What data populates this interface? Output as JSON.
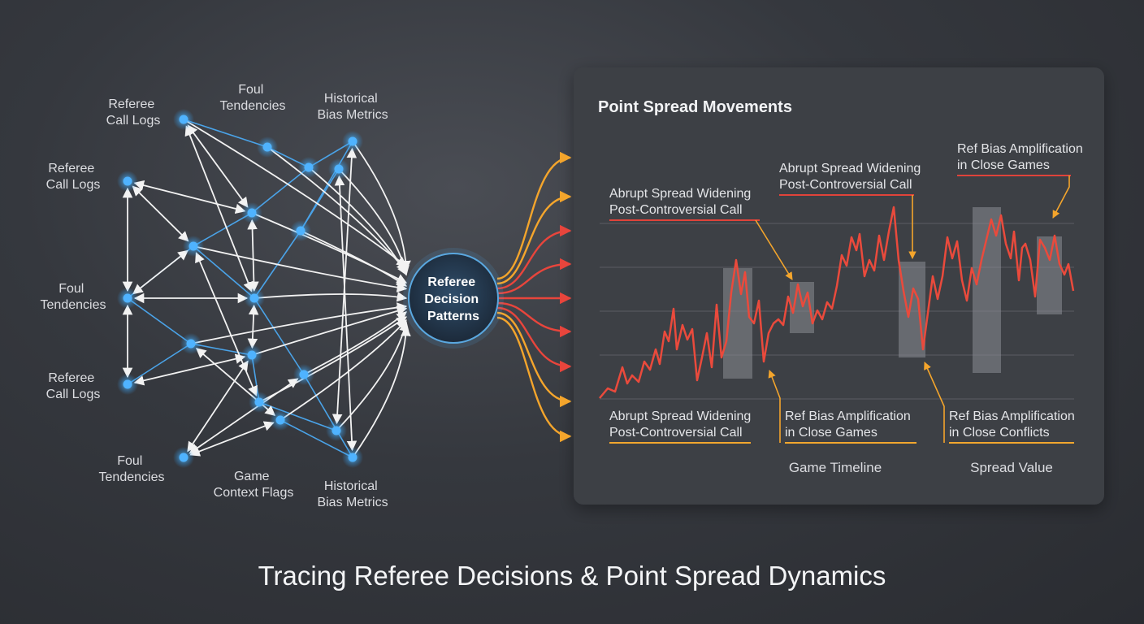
{
  "title": "Tracing Referee Decisions & Point Spread Dynamics",
  "network": {
    "labels": [
      {
        "id": "l1",
        "lines": [
          "Referee",
          "Call Logs"
        ]
      },
      {
        "id": "l2",
        "lines": [
          "Foul",
          "Tendencies"
        ]
      },
      {
        "id": "l3",
        "lines": [
          "Historical",
          "Bias Metrics"
        ]
      },
      {
        "id": "l4",
        "lines": [
          "Referee",
          "Call Logs"
        ]
      },
      {
        "id": "l5",
        "lines": [
          "Foul",
          "Tendencies"
        ]
      },
      {
        "id": "l6",
        "lines": [
          "Referee",
          "Call Logs"
        ]
      },
      {
        "id": "l7",
        "lines": [
          "Foul",
          "Tendencies"
        ]
      },
      {
        "id": "l8",
        "lines": [
          "Game",
          "Context Flags"
        ]
      },
      {
        "id": "l9",
        "lines": [
          "Historical",
          "Bias Metrics"
        ]
      }
    ],
    "hub": {
      "lines": [
        "Referee",
        "Decision",
        "Patterns"
      ]
    }
  },
  "panel": {
    "title": "Point Spread Movements",
    "annotations": [
      {
        "id": "a1",
        "lines": [
          "Abrupt Spread Widening",
          "Post-Controversial Call"
        ],
        "underline": "#e0433a"
      },
      {
        "id": "a2",
        "lines": [
          "Abrupt Spread Widening",
          "Post-Controversial Call"
        ],
        "underline": "#e0433a"
      },
      {
        "id": "a3",
        "lines": [
          "Ref Bias Amplification",
          "in Close Games"
        ],
        "underline": "#e0433a"
      },
      {
        "id": "a4",
        "lines": [
          "Abrupt Spread Widening",
          "Post-Controversial Call"
        ],
        "underline": "#f2a72e"
      },
      {
        "id": "a5",
        "lines": [
          "Ref Bias Amplification",
          "in Close Games"
        ],
        "underline": "#f2a72e"
      },
      {
        "id": "a6",
        "lines": [
          "Ref Bias Amplification",
          "in Close  Conflicts"
        ],
        "underline": "#f2a72e"
      }
    ],
    "x_axis_label": "Game Timeline",
    "y_axis_label": "Spread Value"
  },
  "colors": {
    "node": "#4fb3ff",
    "blue_edge": "#4aa3e8",
    "white_edge": "#f2f2f2",
    "red": "#e8453c",
    "orange": "#f4a52c",
    "panel_bg": "#3c3f45"
  }
}
